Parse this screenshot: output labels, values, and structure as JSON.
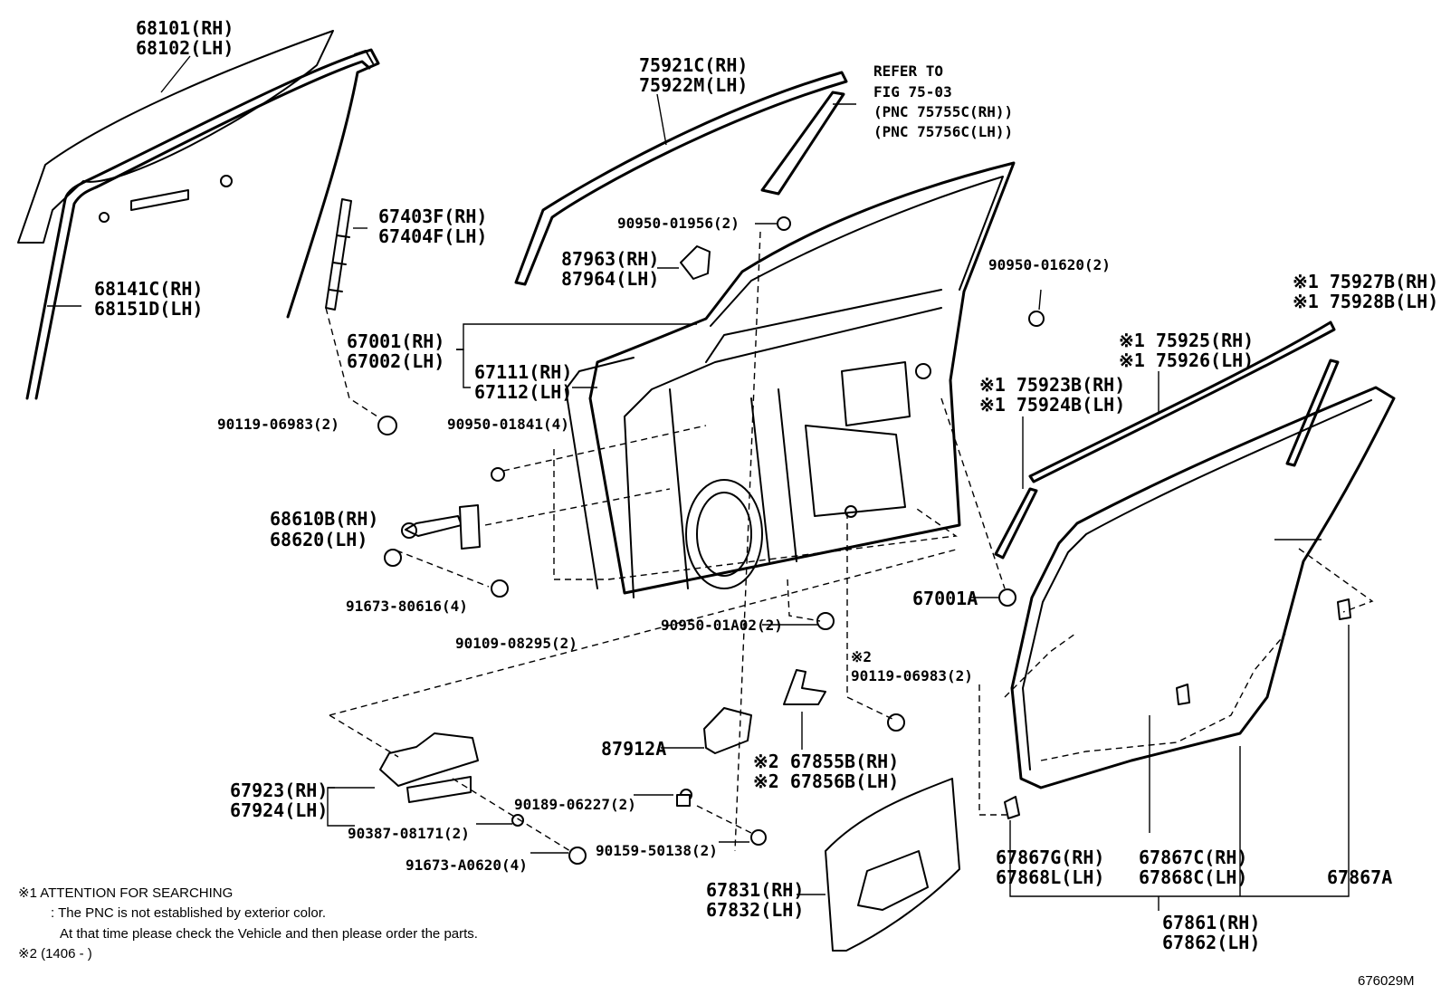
{
  "diagram_id": "676029M",
  "labels": [
    {
      "id": "l68101",
      "text": "68101(RH)",
      "name": "label-68101-rh"
    },
    {
      "id": "l68102",
      "text": "68102(LH)",
      "name": "label-68102-lh"
    },
    {
      "id": "l75921",
      "text": "75921C(RH)",
      "name": "label-75921c-rh"
    },
    {
      "id": "l75922",
      "text": "75922M(LH)",
      "name": "label-75922m-lh"
    },
    {
      "id": "lref1",
      "text": "REFER TO",
      "name": "label-refer-to"
    },
    {
      "id": "lref2",
      "text": "FIG 75-03",
      "name": "label-refer-fig"
    },
    {
      "id": "lref3",
      "text": "(PNC 75755C(RH))",
      "name": "label-refer-pnc-rh"
    },
    {
      "id": "lref4",
      "text": "(PNC 75756C(LH))",
      "name": "label-refer-pnc-lh"
    },
    {
      "id": "l67403",
      "text": "67403F(RH)",
      "name": "label-67403f-rh"
    },
    {
      "id": "l67404",
      "text": "67404F(LH)",
      "name": "label-67404f-lh"
    },
    {
      "id": "l9095001956",
      "text": "90950-01956(2)",
      "name": "label-90950-01956"
    },
    {
      "id": "l87963",
      "text": "87963(RH)",
      "name": "label-87963-rh"
    },
    {
      "id": "l87964",
      "text": "87964(LH)",
      "name": "label-87964-lh"
    },
    {
      "id": "l9095001620",
      "text": "90950-01620(2)",
      "name": "label-90950-01620"
    },
    {
      "id": "l75927",
      "text": "※1 75927B(RH)",
      "name": "label-75927b-rh"
    },
    {
      "id": "l75928",
      "text": "※1 75928B(LH)",
      "name": "label-75928b-lh"
    },
    {
      "id": "l68141",
      "text": "68141C(RH)",
      "name": "label-68141c-rh"
    },
    {
      "id": "l68151",
      "text": "68151D(LH)",
      "name": "label-68151d-lh"
    },
    {
      "id": "l67001",
      "text": "67001(RH)",
      "name": "label-67001-rh"
    },
    {
      "id": "l67002",
      "text": "67002(LH)",
      "name": "label-67002-lh"
    },
    {
      "id": "l75925",
      "text": "※1 75925(RH)",
      "name": "label-75925-rh"
    },
    {
      "id": "l75926",
      "text": "※1 75926(LH)",
      "name": "label-75926-lh"
    },
    {
      "id": "l67111",
      "text": "67111(RH)",
      "name": "label-67111-rh"
    },
    {
      "id": "l67112",
      "text": "67112(LH)",
      "name": "label-67112-lh"
    },
    {
      "id": "l75923",
      "text": "※1 75923B(RH)",
      "name": "label-75923b-rh"
    },
    {
      "id": "l75924",
      "text": "※1 75924B(LH)",
      "name": "label-75924b-lh"
    },
    {
      "id": "l9011906983a",
      "text": "90119-06983(2)",
      "name": "label-90119-06983-upper"
    },
    {
      "id": "l9095001841",
      "text": "90950-01841(4)",
      "name": "label-90950-01841"
    },
    {
      "id": "l68610",
      "text": "68610B(RH)",
      "name": "label-68610b-rh"
    },
    {
      "id": "l68620",
      "text": "68620(LH)",
      "name": "label-68620-lh"
    },
    {
      "id": "l67001A",
      "text": "67001A",
      "name": "label-67001a"
    },
    {
      "id": "l9167380616",
      "text": "91673-80616(4)",
      "name": "label-91673-80616"
    },
    {
      "id": "l9010908295",
      "text": "90109-08295(2)",
      "name": "label-90109-08295"
    },
    {
      "id": "l9095001A02",
      "text": "90950-01A02(2)",
      "name": "label-90950-01a02"
    },
    {
      "id": "lk2a",
      "text": "※2",
      "name": "label-note2-marker"
    },
    {
      "id": "l9011906983b",
      "text": "90119-06983(2)",
      "name": "label-90119-06983-lower"
    },
    {
      "id": "l87912",
      "text": "87912A",
      "name": "label-87912a"
    },
    {
      "id": "l67855",
      "text": "※2 67855B(RH)",
      "name": "label-67855b-rh"
    },
    {
      "id": "l67856",
      "text": "※2 67856B(LH)",
      "name": "label-67856b-lh"
    },
    {
      "id": "l67923",
      "text": "67923(RH)",
      "name": "label-67923-rh"
    },
    {
      "id": "l67924",
      "text": "67924(LH)",
      "name": "label-67924-lh"
    },
    {
      "id": "l9018906227",
      "text": "90189-06227(2)",
      "name": "label-90189-06227"
    },
    {
      "id": "l9038708171",
      "text": "90387-08171(2)",
      "name": "label-90387-08171"
    },
    {
      "id": "l9015950138",
      "text": "90159-50138(2)",
      "name": "label-90159-50138"
    },
    {
      "id": "l91673A0620",
      "text": "91673-A0620(4)",
      "name": "label-91673-a0620"
    },
    {
      "id": "l67867G",
      "text": "67867G(RH)",
      "name": "label-67867g-rh"
    },
    {
      "id": "l67868L",
      "text": "67868L(LH)",
      "name": "label-67868l-lh"
    },
    {
      "id": "l67867C",
      "text": "67867C(RH)",
      "name": "label-67867c-rh"
    },
    {
      "id": "l67868C",
      "text": "67868C(LH)",
      "name": "label-67868c-lh"
    },
    {
      "id": "l67867A",
      "text": "67867A",
      "name": "label-67867a"
    },
    {
      "id": "l67831",
      "text": "67831(RH)",
      "name": "label-67831-rh"
    },
    {
      "id": "l67832",
      "text": "67832(LH)",
      "name": "label-67832-lh"
    },
    {
      "id": "l67861",
      "text": "67861(RH)",
      "name": "label-67861-rh"
    },
    {
      "id": "l67862",
      "text": "67862(LH)",
      "name": "label-67862-lh"
    }
  ],
  "notes": {
    "note1_title": "※1 ATTENTION FOR SEARCHING",
    "note1_line1": ": The PNC is not established by exterior color.",
    "note1_line2": "At that time please check the Vehicle and then please order the parts.",
    "note2": "※2 (1406 -     )"
  }
}
